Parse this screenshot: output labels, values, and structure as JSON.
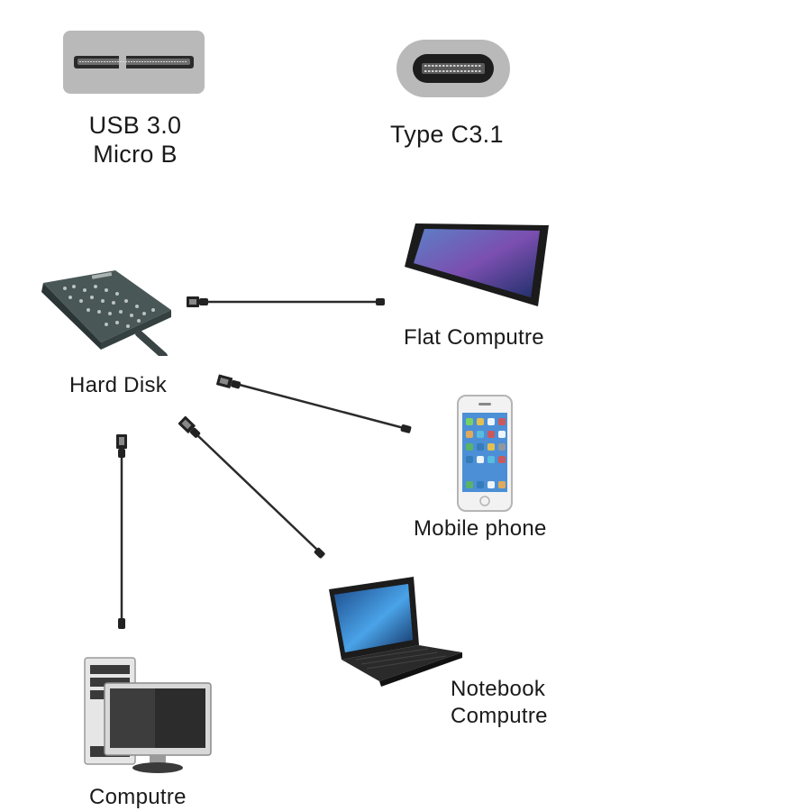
{
  "connectors": {
    "usb_micro_b": {
      "line1": "USB 3.0",
      "line2": "Micro B"
    },
    "type_c": {
      "label": "Type C3.1"
    }
  },
  "devices": {
    "hard_disk": "Hard Disk",
    "flat_computer": "Flat Computre",
    "mobile_phone": "Mobile phone",
    "notebook": {
      "line1": "Notebook",
      "line2": "Computre"
    },
    "desktop": "Computre"
  },
  "colors": {
    "cable": "#2b2b2b",
    "connector_bg": "#b7b7b7",
    "disk_body": "#3d4a4a"
  }
}
